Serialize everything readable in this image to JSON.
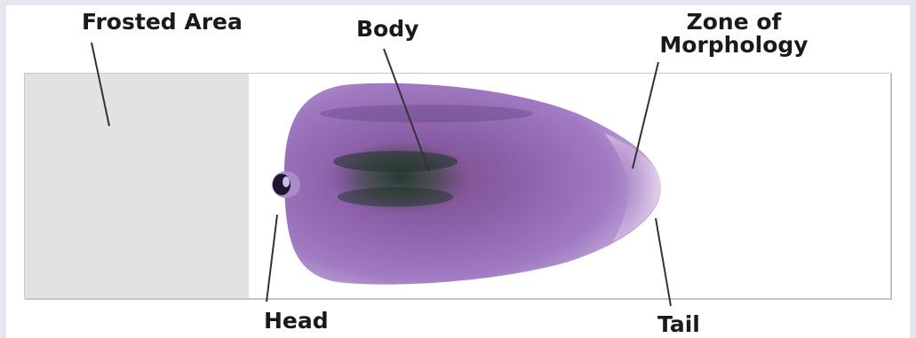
{
  "labels": {
    "frosted_area": "Frosted Area",
    "body": "Body",
    "zone_of_morphology": "Zone of Morphology",
    "head": "Head",
    "tail": "Tail"
  },
  "colors": {
    "smear_purple": "#8a60b3",
    "smear_dark": "#2c3a35",
    "frosted": "#e2e2e2",
    "leader_line": "#333333"
  }
}
